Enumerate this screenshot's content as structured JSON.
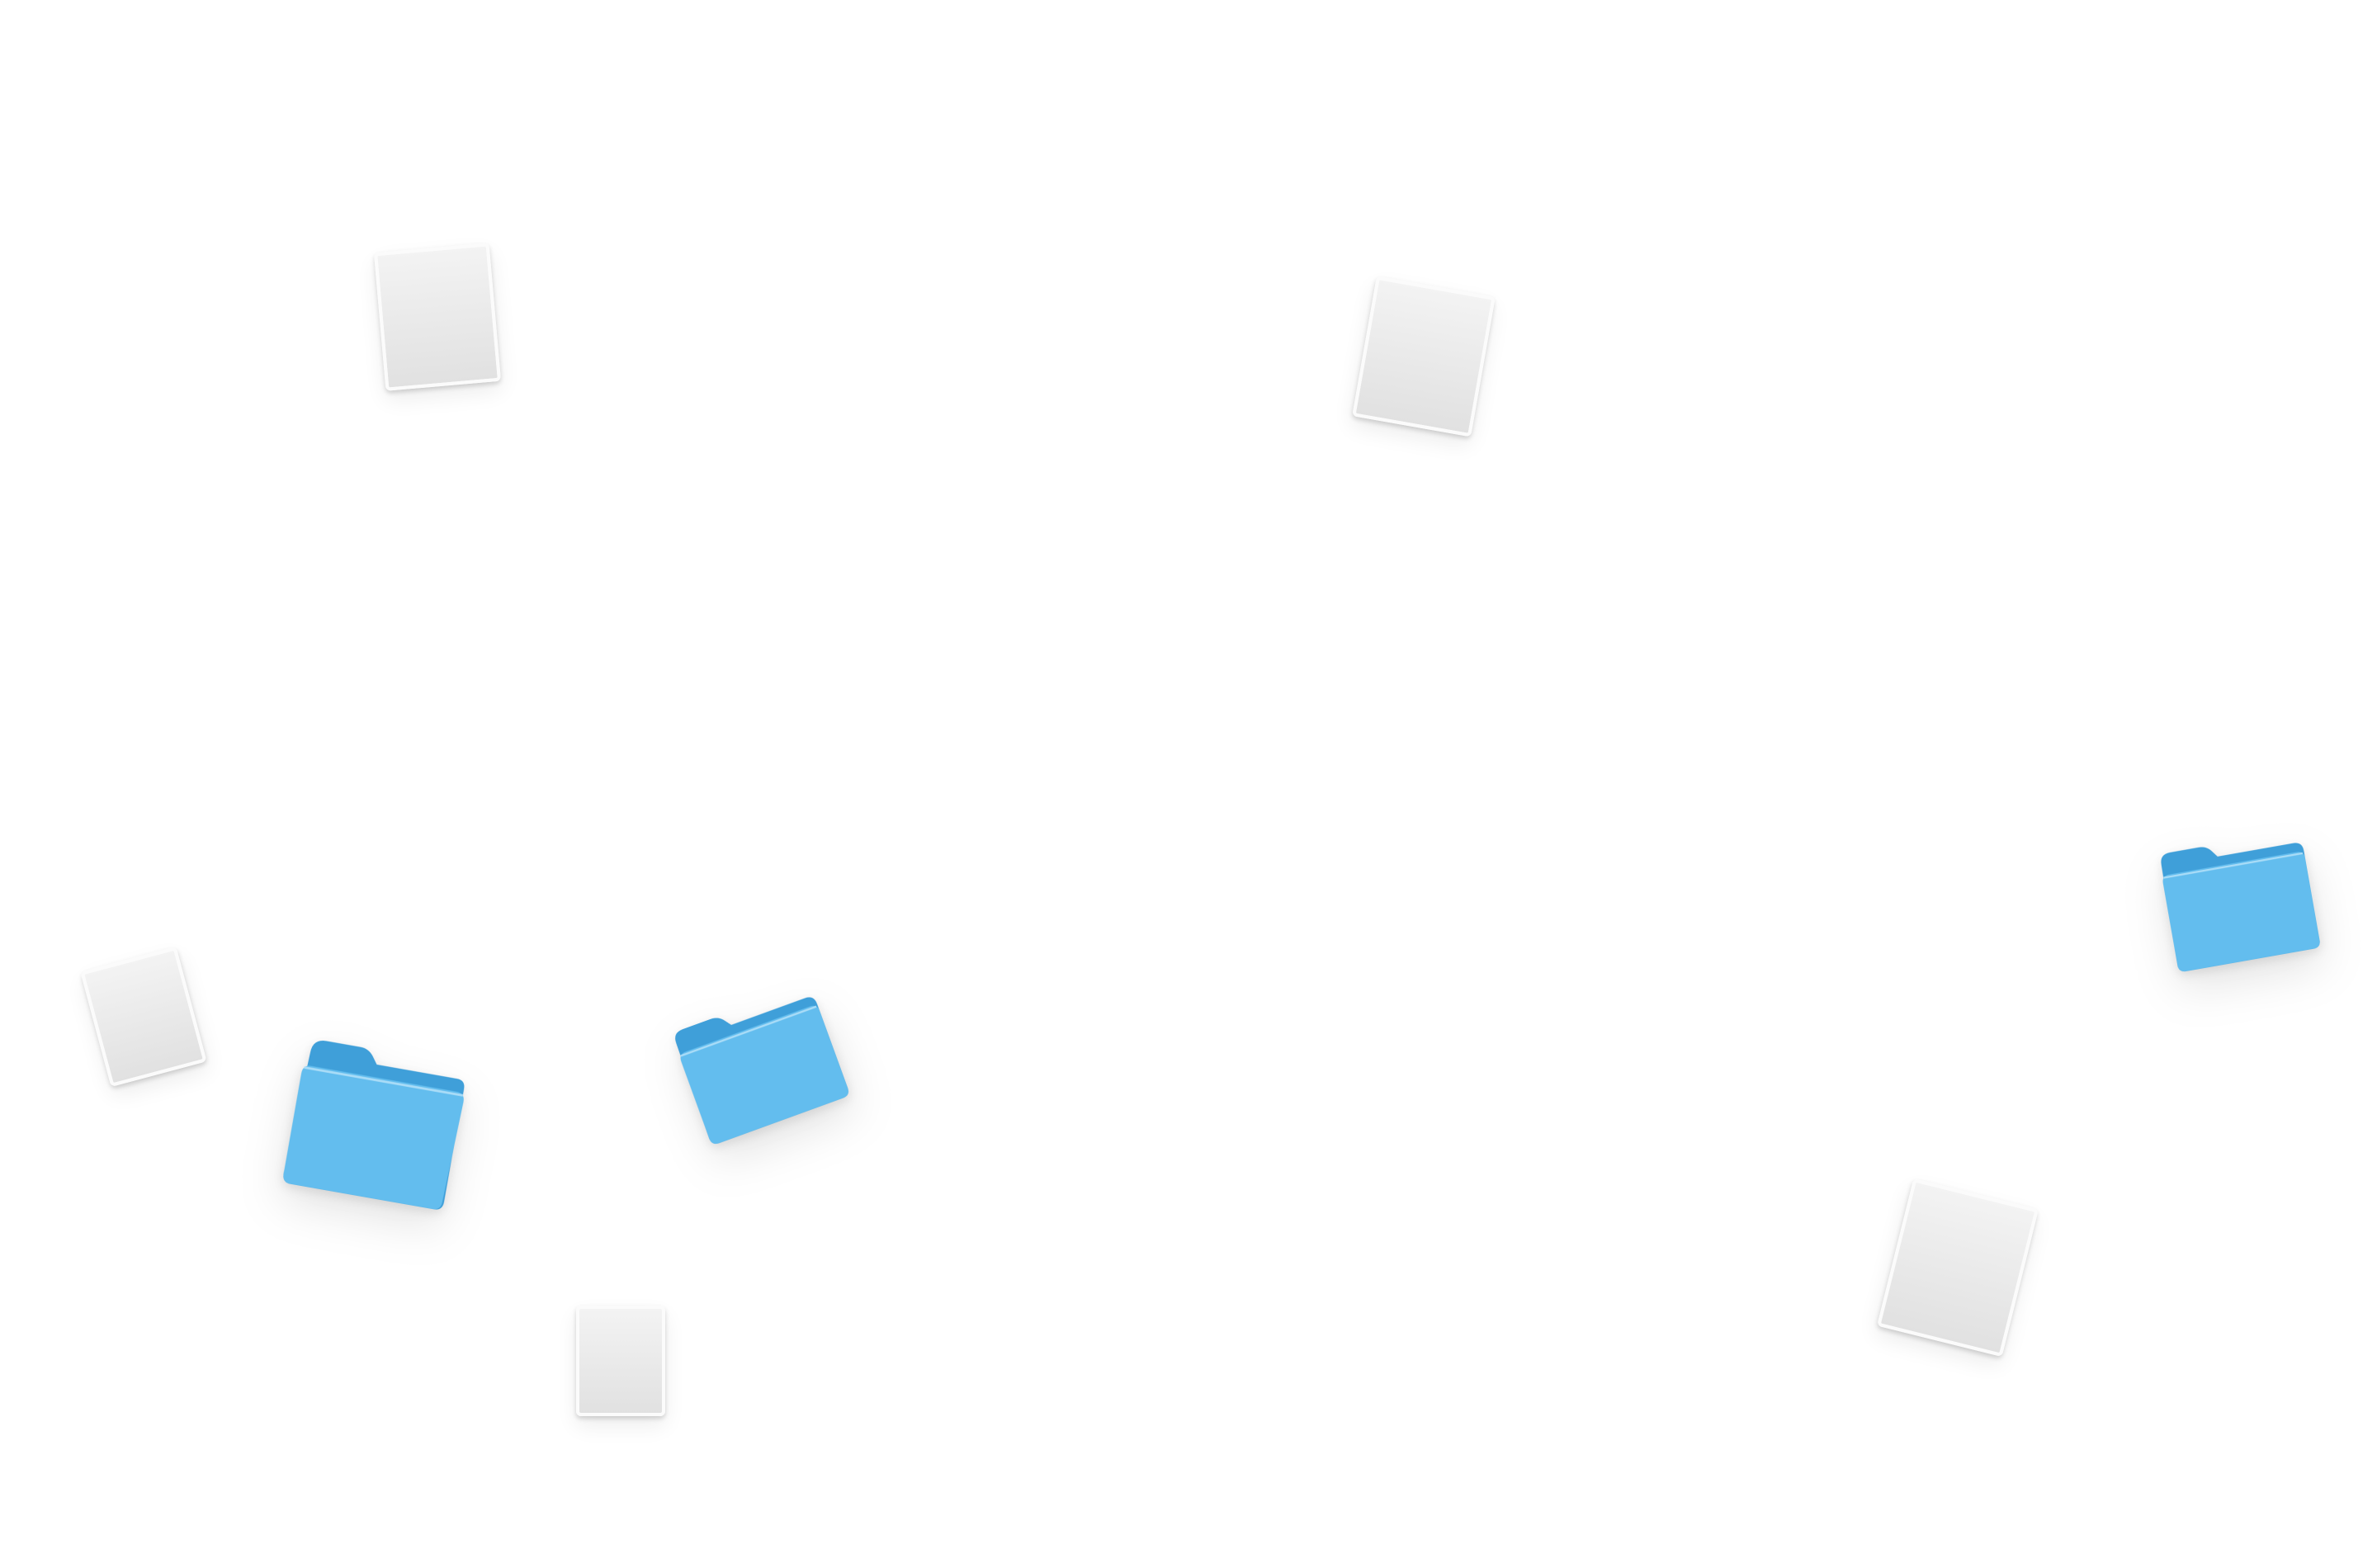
{
  "desktop": {
    "background_color": "#ffffff",
    "items": [
      {
        "type": "document",
        "icon": "document-icon"
      },
      {
        "type": "document",
        "icon": "document-icon"
      },
      {
        "type": "document",
        "icon": "document-icon"
      },
      {
        "type": "document",
        "icon": "document-icon"
      },
      {
        "type": "document",
        "icon": "document-icon"
      },
      {
        "type": "folder",
        "icon": "folder-icon"
      },
      {
        "type": "folder",
        "icon": "folder-icon"
      },
      {
        "type": "folder",
        "icon": "folder-icon"
      }
    ]
  },
  "colors": {
    "folder_front": "#63bdee",
    "folder_back": "#3f9fd9",
    "document_light": "#f3f3f3",
    "document_dark": "#e1e1e1"
  }
}
